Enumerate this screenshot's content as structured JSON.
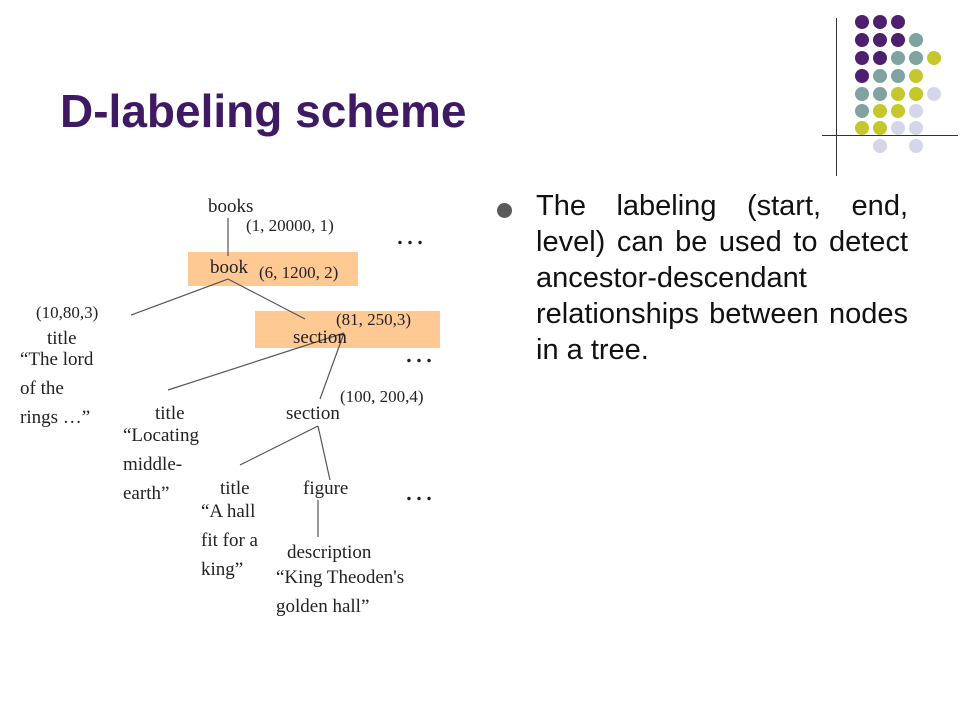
{
  "slide": {
    "title": "D-labeling scheme",
    "bullet": "The labeling (start, end, level) can be used to detect ancestor-descendant relationships between nodes in a tree.",
    "colors": {
      "title": "#3e1a63",
      "node_highlight": "#ffc994",
      "deco_purple": "#4e1f6e",
      "deco_teal": "#7ea3a0",
      "deco_olive": "#c5c72a",
      "deco_lavender": "#d6d6ea"
    }
  },
  "tree": {
    "nodes": {
      "books": "books",
      "book": "book",
      "title_book": "title",
      "section_outer": "section",
      "title_section": "title",
      "section_inner": "section",
      "title_inner": "title",
      "figure": "figure",
      "description": "description"
    },
    "labels": {
      "books": "(1, 20000, 1)",
      "book": "(6, 1200, 2)",
      "title_book": "(10,80,3)",
      "section_outer": "(81, 250,3)",
      "section_inner": "(100, 200,4)"
    },
    "values": {
      "title_book": "“The lord\nof the\nrings …”",
      "title_section": "“Locating\nmiddle-\nearth”",
      "title_inner": "“A hall\nfit for a\nking”",
      "description": "“King Theoden's\ngolden hall”"
    },
    "ellipsis": "…"
  }
}
